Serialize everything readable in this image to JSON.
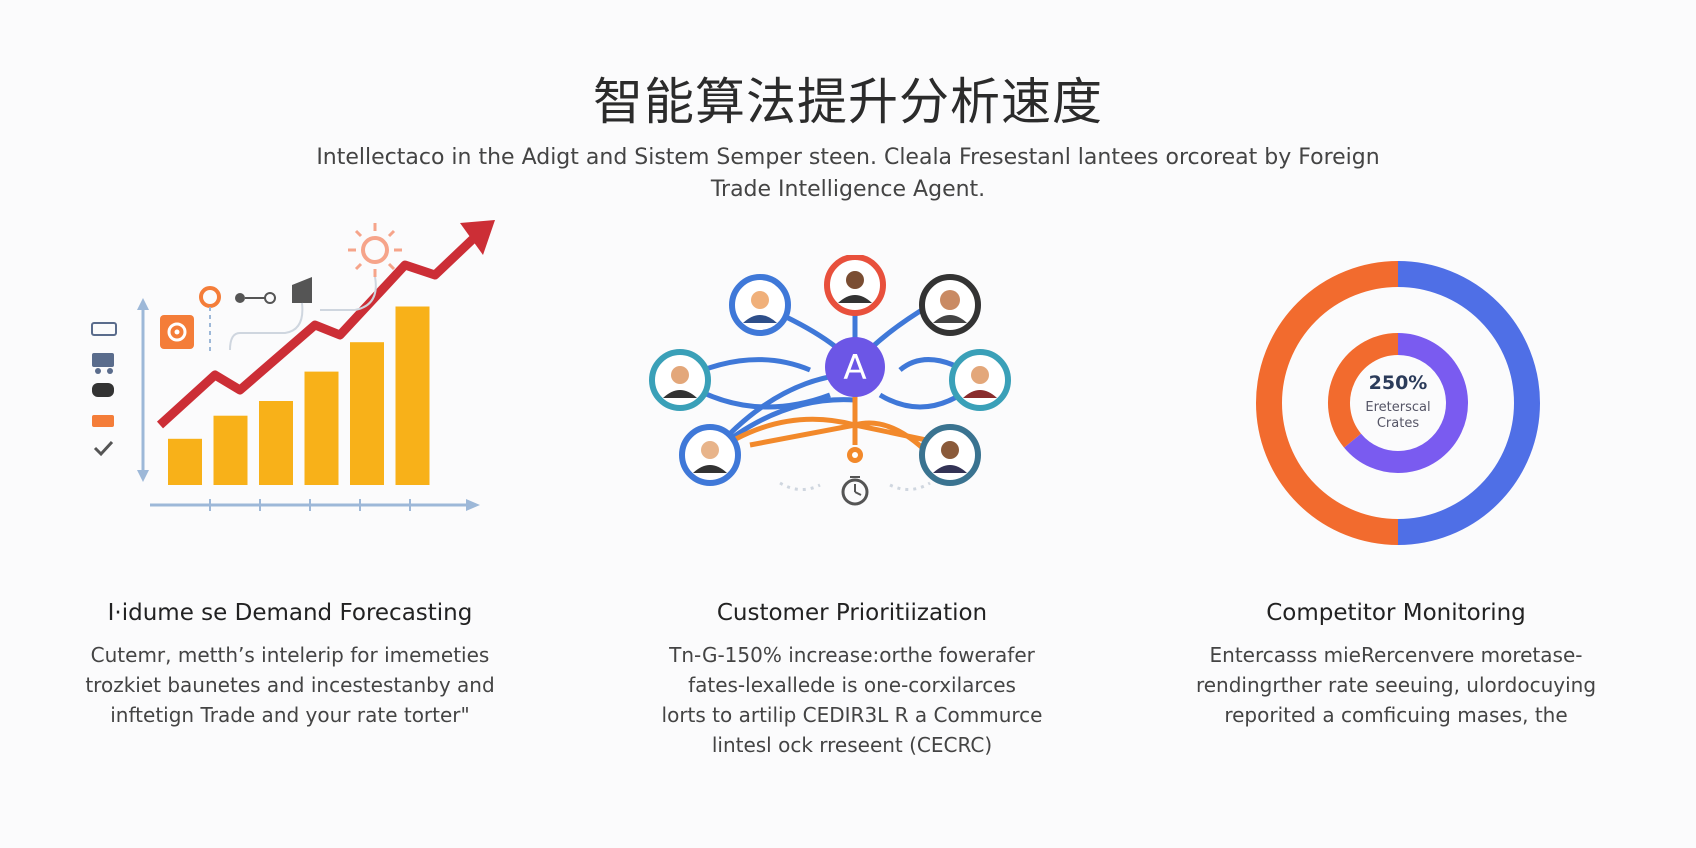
{
  "header": {
    "title": "智能算法提升分析速度",
    "subtitle": "Intellectaco in the Adigt and Sistem Semper steen. Cleala Fresestanl lantees orcoreat by Foreign Trade Intelligence Agent."
  },
  "cards": [
    {
      "title": "I·idume se Demand Forecasting",
      "text": "Cutemr, metth’s intelerip for imemeties\ntrozkiet baunetes and incestestanby and\ninftetign Trade and your rate torter\"",
      "icons": [
        "chart-icon",
        "bar-chart-icon",
        "gear-icon",
        "sun-icon",
        "truck-icon",
        "check-icon"
      ]
    },
    {
      "title": "Customer Prioritiization",
      "text": "Tn-G-150% increase:orthe fowerafer\nfates-lexallede is one-corxilarces\nlorts to artilip CEDIR3L R a Commurce\nlintesl ock rreseent (CECRC)",
      "hub_label": "A",
      "icons": [
        "network-hub-icon",
        "user-avatar-icon",
        "gear-icon",
        "clock-icon"
      ]
    },
    {
      "title": "Competitor Monitoring",
      "text": "Entercasss mieRercenvere moretase-\nrendingrther rate seeuing, ulordocuying\nreporited a comficuing mases, the",
      "center_value": "250%",
      "center_caption": "Ereterscal\nCrates",
      "icons": [
        "donut-chart-icon"
      ]
    }
  ],
  "chart_data": [
    {
      "type": "bar",
      "categories": [
        "",
        "",
        "",
        "",
        "",
        ""
      ],
      "values": [
        22,
        33,
        40,
        54,
        68,
        85
      ],
      "ylim": [
        0,
        100
      ],
      "title": "",
      "xlabel": "",
      "ylabel": ""
    },
    {
      "type": "pie",
      "title": "",
      "series": [
        {
          "values": [
            50,
            50
          ]
        },
        {
          "values": [
            64,
            36
          ]
        }
      ]
    }
  ],
  "colors": {
    "accent_blue": "#4f6fe6",
    "accent_purple": "#7a5bf0",
    "accent_orange": "#f26b2e",
    "bar_yellow": "#f8b119",
    "arrow_red": "#cc2e36",
    "axis_blue": "#9db8d8"
  }
}
